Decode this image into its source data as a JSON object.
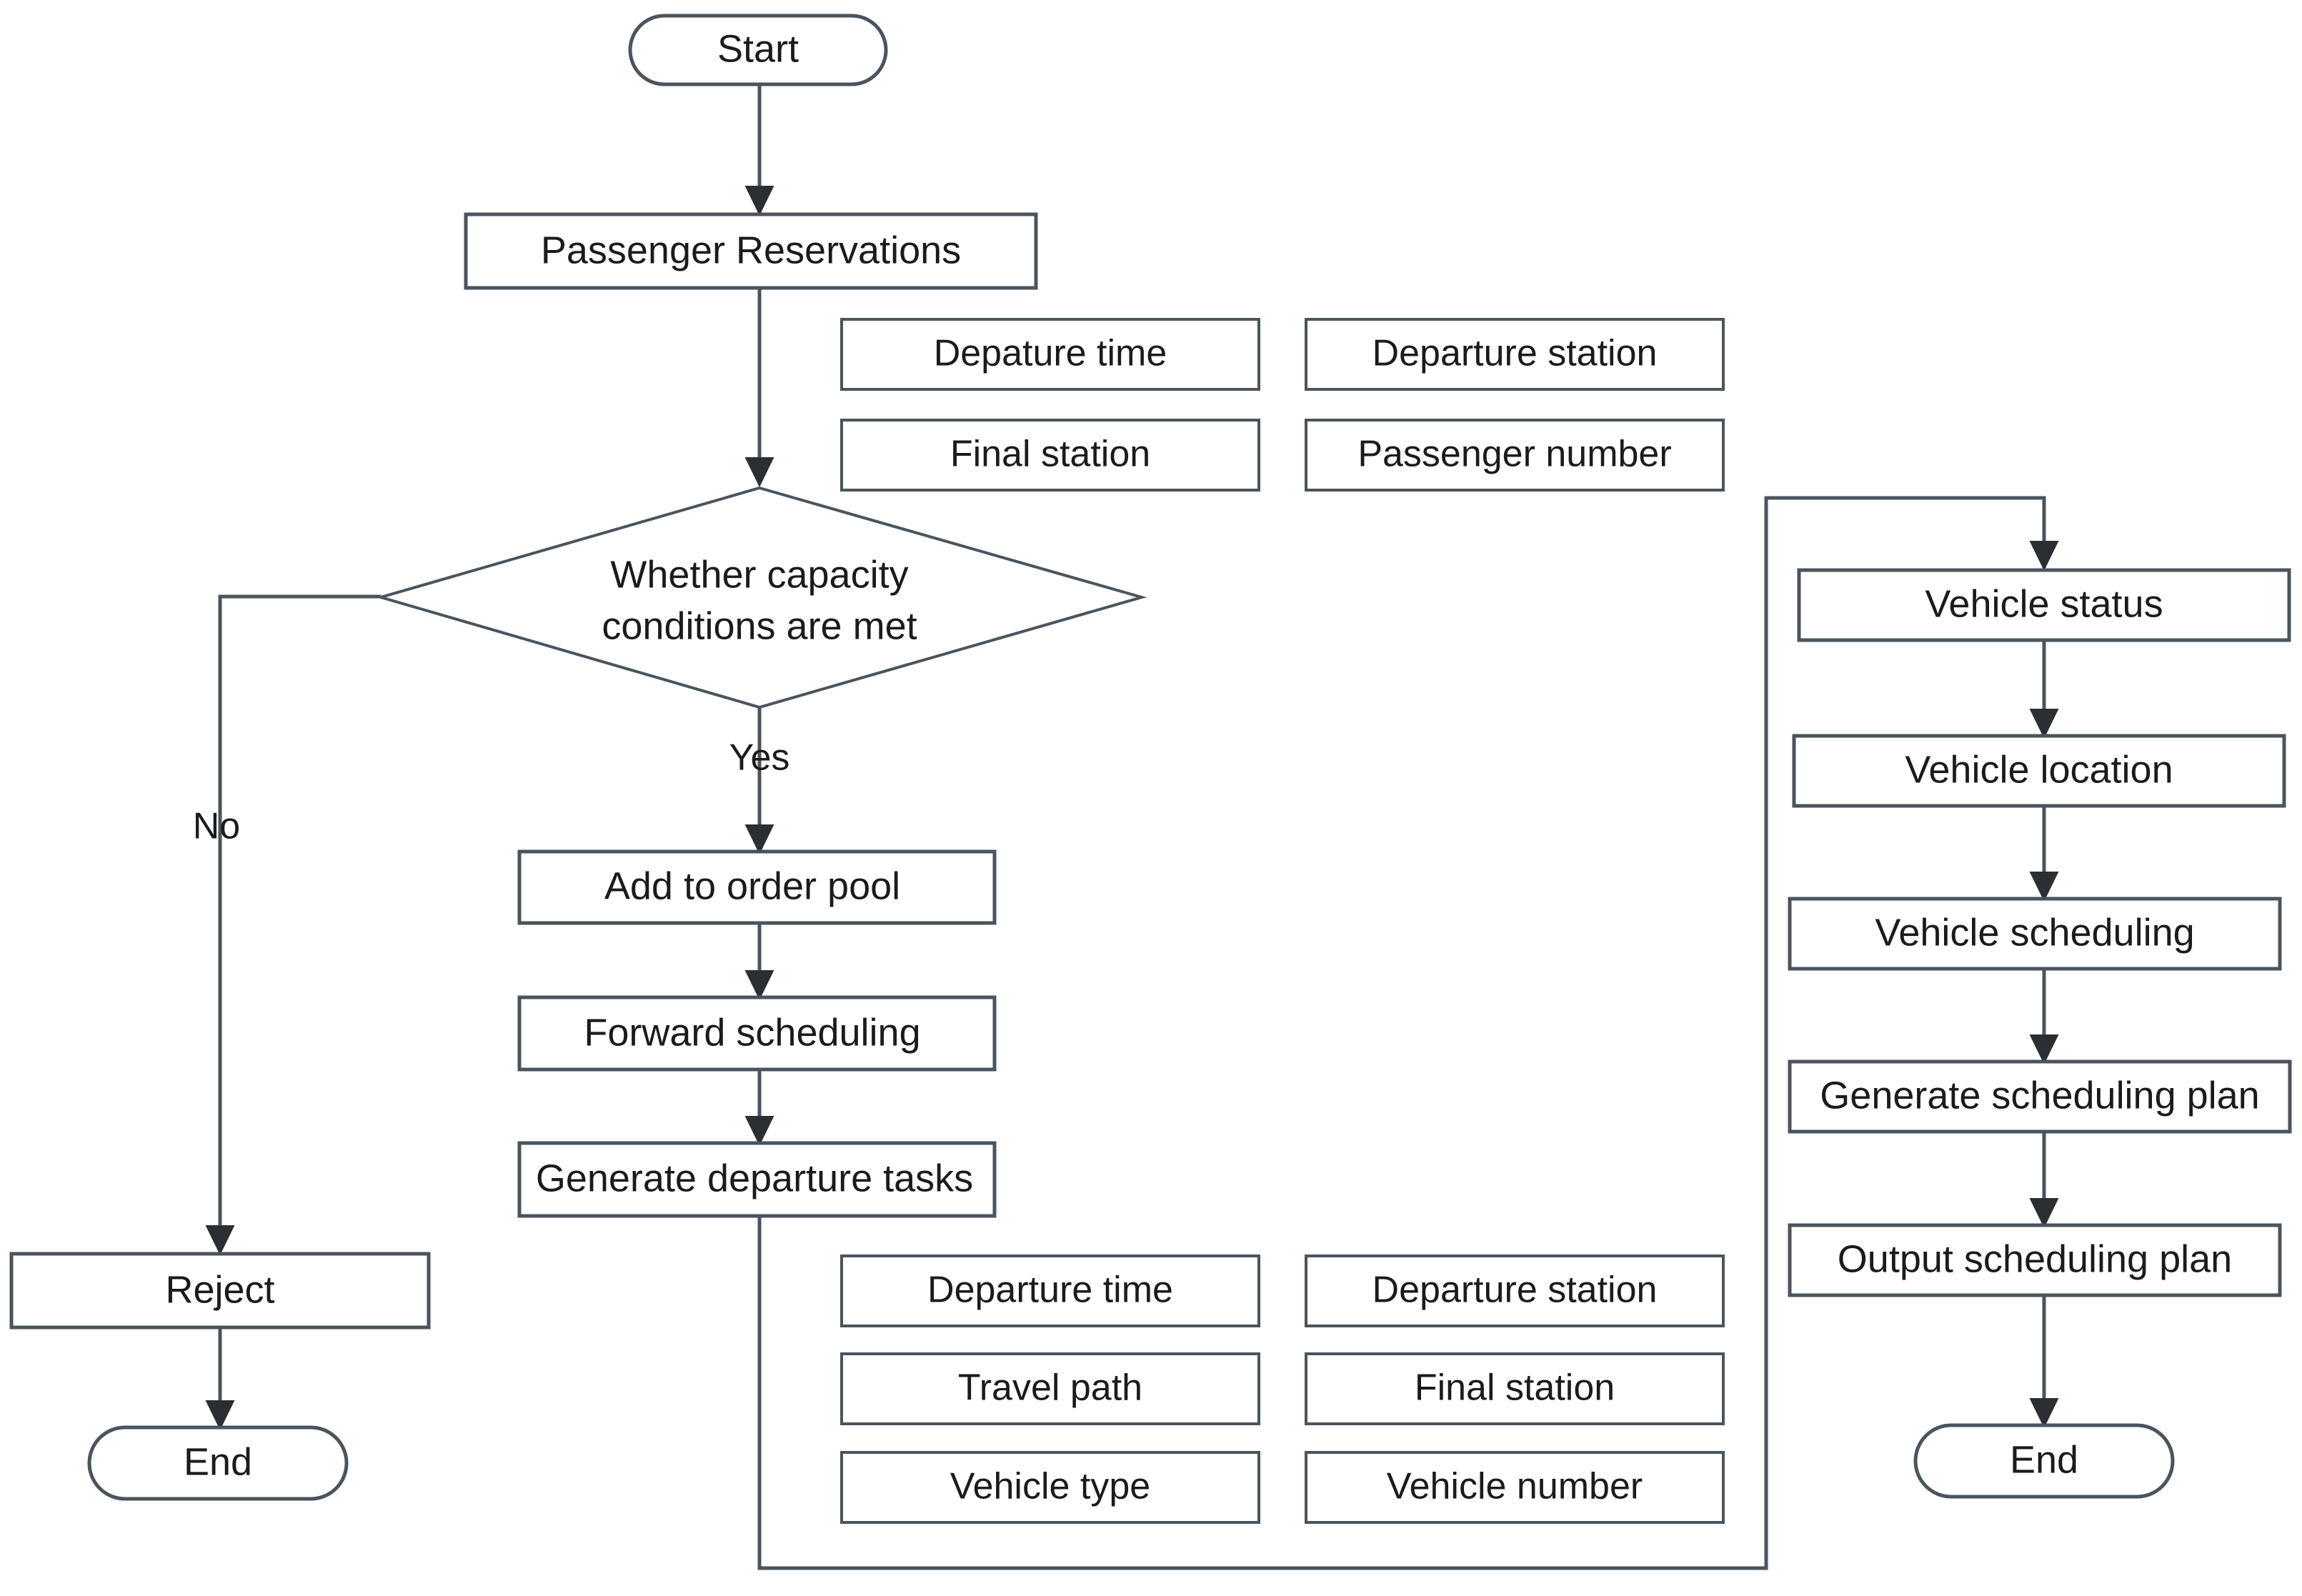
{
  "diagram": {
    "type": "flowchart",
    "title": "Passenger reservation and vehicle scheduling flowchart",
    "colors": {
      "stroke": "#4a545e",
      "text": "#1b1b1b",
      "background": "#ffffff"
    },
    "nodes": {
      "start": {
        "label": "Start",
        "shape": "terminator"
      },
      "passenger_reservations": {
        "label": "Passenger Reservations",
        "shape": "process"
      },
      "decision": {
        "label_line1": "Whether capacity",
        "label_line2": "conditions are met",
        "shape": "decision"
      },
      "add_to_order_pool": {
        "label": "Add to order pool",
        "shape": "process"
      },
      "forward_scheduling": {
        "label": "Forward scheduling",
        "shape": "process"
      },
      "generate_departure_tasks": {
        "label": "Generate departure tasks",
        "shape": "process"
      },
      "reject": {
        "label": "Reject",
        "shape": "process"
      },
      "end_left": {
        "label": "End",
        "shape": "terminator"
      },
      "vehicle_status": {
        "label": "Vehicle status",
        "shape": "process"
      },
      "vehicle_location": {
        "label": "Vehicle location",
        "shape": "process"
      },
      "vehicle_scheduling": {
        "label": "Vehicle scheduling",
        "shape": "process"
      },
      "generate_scheduling_plan": {
        "label": "Generate scheduling plan",
        "shape": "process"
      },
      "output_scheduling_plan": {
        "label": "Output scheduling plan",
        "shape": "process"
      },
      "end_right": {
        "label": "End",
        "shape": "terminator"
      }
    },
    "edge_labels": {
      "yes": "Yes",
      "no": "No"
    },
    "reservation_attributes": [
      {
        "label": "Depature time"
      },
      {
        "label": "Departure station"
      },
      {
        "label": "Final station"
      },
      {
        "label": "Passenger number"
      }
    ],
    "departure_task_attributes": [
      {
        "label": "Departure time"
      },
      {
        "label": "Departure station"
      },
      {
        "label": "Travel path"
      },
      {
        "label": "Final station"
      },
      {
        "label": "Vehicle type"
      },
      {
        "label": "Vehicle number"
      }
    ]
  }
}
